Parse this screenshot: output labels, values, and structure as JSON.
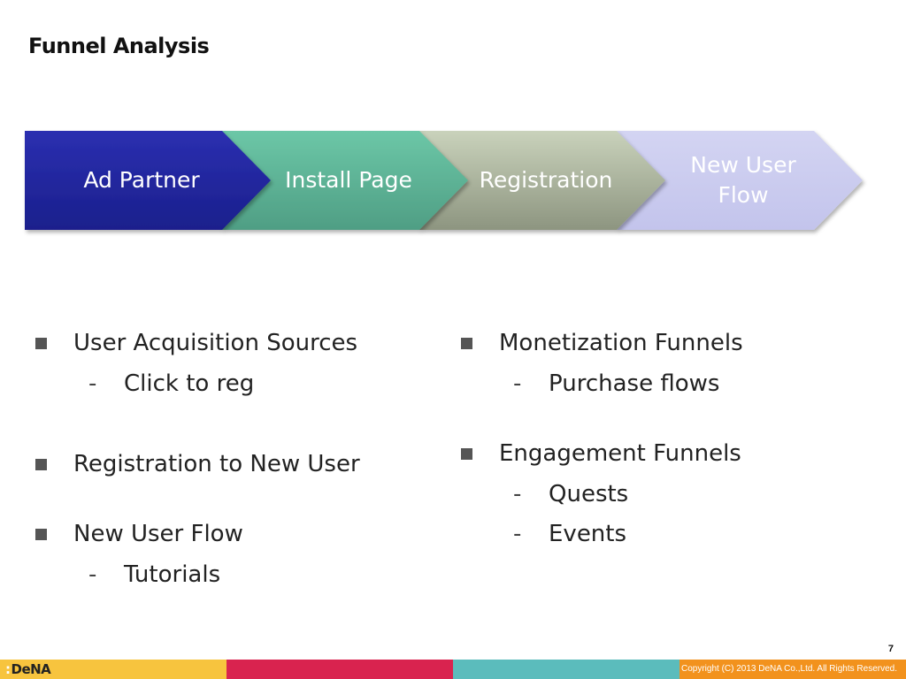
{
  "slide": {
    "title": "Funnel Analysis",
    "page_number": "7"
  },
  "funnel": {
    "stages": [
      {
        "label": "Ad Partner",
        "color_top": "#2b2fb0",
        "color_bottom": "#1a1f8c",
        "text_color": "#ffffff"
      },
      {
        "label": "Install Page",
        "color_top": "#6cc7a7",
        "color_bottom": "#4f9e84",
        "text_color": "#ffffff"
      },
      {
        "label": "Registration",
        "color_top": "#c9d2bb",
        "color_bottom": "#8d9580",
        "text_color": "#ffffff"
      },
      {
        "label": "New User Flow",
        "color_top": "#d3d4f2",
        "color_bottom": "#c3c4ec",
        "text_color": "#ffffff"
      }
    ]
  },
  "bullets": {
    "left": {
      "b1": {
        "text": "User Acquisition Sources",
        "sub": [
          "Click to reg"
        ]
      },
      "b2": {
        "text": "Registration to New User"
      },
      "b3": {
        "text": "New User Flow",
        "sub": [
          "Tutorials"
        ]
      }
    },
    "right": {
      "b1": {
        "text": "Monetization Funnels",
        "sub": [
          "Purchase flows"
        ]
      },
      "b2": {
        "text": "Engagement Funnels",
        "sub": [
          "Quests",
          "Events"
        ]
      }
    },
    "dash": "-"
  },
  "footer": {
    "logo_mark": ":",
    "logo_text": "DeNA",
    "copyright": "Copyright (C) 2013 DeNA Co.,Ltd. All Rights Reserved.",
    "colors": [
      "#f7c43e",
      "#d9234f",
      "#5bbcbc",
      "#f2921d"
    ]
  }
}
